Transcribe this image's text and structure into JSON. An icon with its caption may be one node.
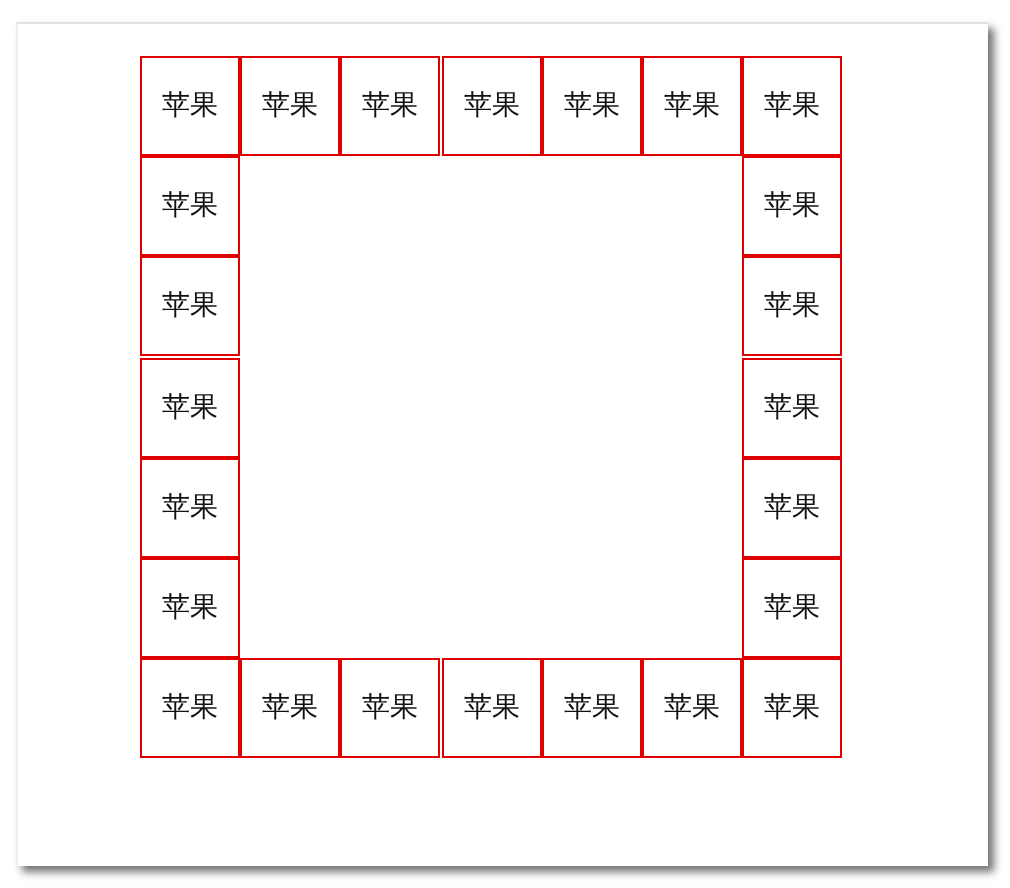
{
  "diagram": {
    "nodes": [
      {
        "text": [
          "苹果"
        ]
      },
      {
        "text": [
          "苹果"
        ]
      },
      {
        "text": [
          "苹果"
        ]
      },
      {
        "text": [
          "苹果"
        ]
      },
      {
        "text": [
          "苹果"
        ]
      },
      {
        "text": [
          "苹果"
        ]
      },
      {
        "text": [
          "苹果"
        ]
      },
      {
        "text": [
          "苹果"
        ]
      },
      {
        "text": [
          "苹果"
        ]
      },
      {
        "text": [
          "苹果"
        ]
      },
      {
        "text": [
          "苹果"
        ]
      },
      {
        "text": [
          "苹果"
        ]
      },
      {
        "text": [
          "苹果"
        ]
      },
      {
        "text": [
          "苹果"
        ]
      },
      {
        "text": [
          "苹果"
        ]
      },
      {
        "text": [
          "苹果"
        ]
      },
      {
        "text": [
          "苹果"
        ]
      },
      {
        "text": [
          "苹果"
        ]
      },
      {
        "text": [
          "苹果"
        ]
      },
      {
        "text": [
          "苹果"
        ]
      },
      {
        "text": [
          "苹果"
        ]
      },
      {
        "text": [
          "苹果"
        ]
      },
      {
        "text": [
          "苹果"
        ]
      },
      {
        "text": [
          "苹果"
        ]
      }
    ]
  }
}
